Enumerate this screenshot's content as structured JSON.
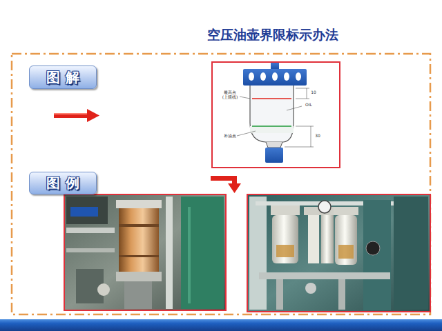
{
  "diagram": {
    "title": "空压油壶界限标示办法",
    "nodes": [
      {
        "text": [
          "图解"
        ]
      },
      {
        "text": [
          "图例"
        ]
      }
    ],
    "labels": [
      "最高点 (上限线)",
      "10",
      "OIL",
      "补油点",
      "30"
    ]
  }
}
